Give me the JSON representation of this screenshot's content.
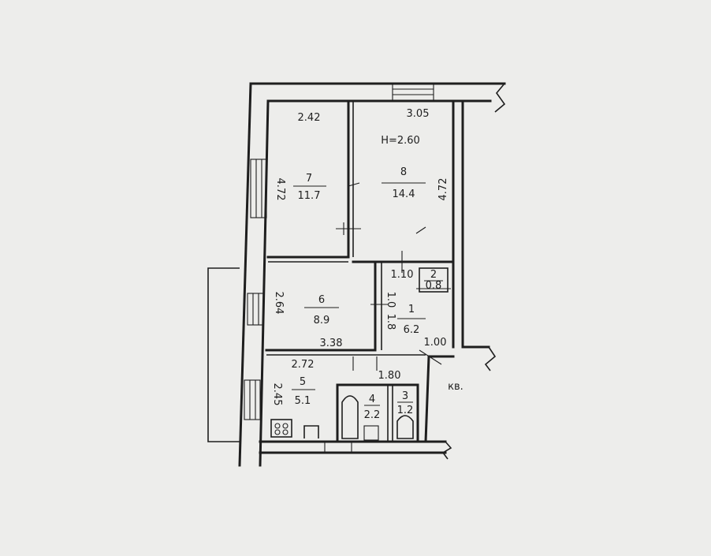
{
  "rooms": [
    {
      "id": "7",
      "number": "7",
      "area": "11.7",
      "width": "2.42",
      "length": "4.72"
    },
    {
      "id": "8",
      "number": "8",
      "area": "14.4",
      "width": "3.05",
      "length": "4.72"
    },
    {
      "id": "6",
      "number": "6",
      "area": "8.9",
      "width": "3.38",
      "length": "2.64"
    },
    {
      "id": "1",
      "number": "1",
      "area": "6.2"
    },
    {
      "id": "2",
      "number": "2",
      "area": "0.8"
    },
    {
      "id": "5",
      "number": "5",
      "area": "5.1",
      "width": "2.72",
      "length": "2.45"
    },
    {
      "id": "4",
      "number": "4",
      "area": "2.2"
    },
    {
      "id": "3",
      "number": "3",
      "area": "1.2"
    }
  ],
  "labels": {
    "ceiling_height": "H=2.60",
    "corridor_width": "1.10",
    "hall_side_a": "1.0",
    "hall_side_b": "1.8",
    "hall_width": "1.80",
    "entry_width": "1.00",
    "apartment": "кв."
  }
}
